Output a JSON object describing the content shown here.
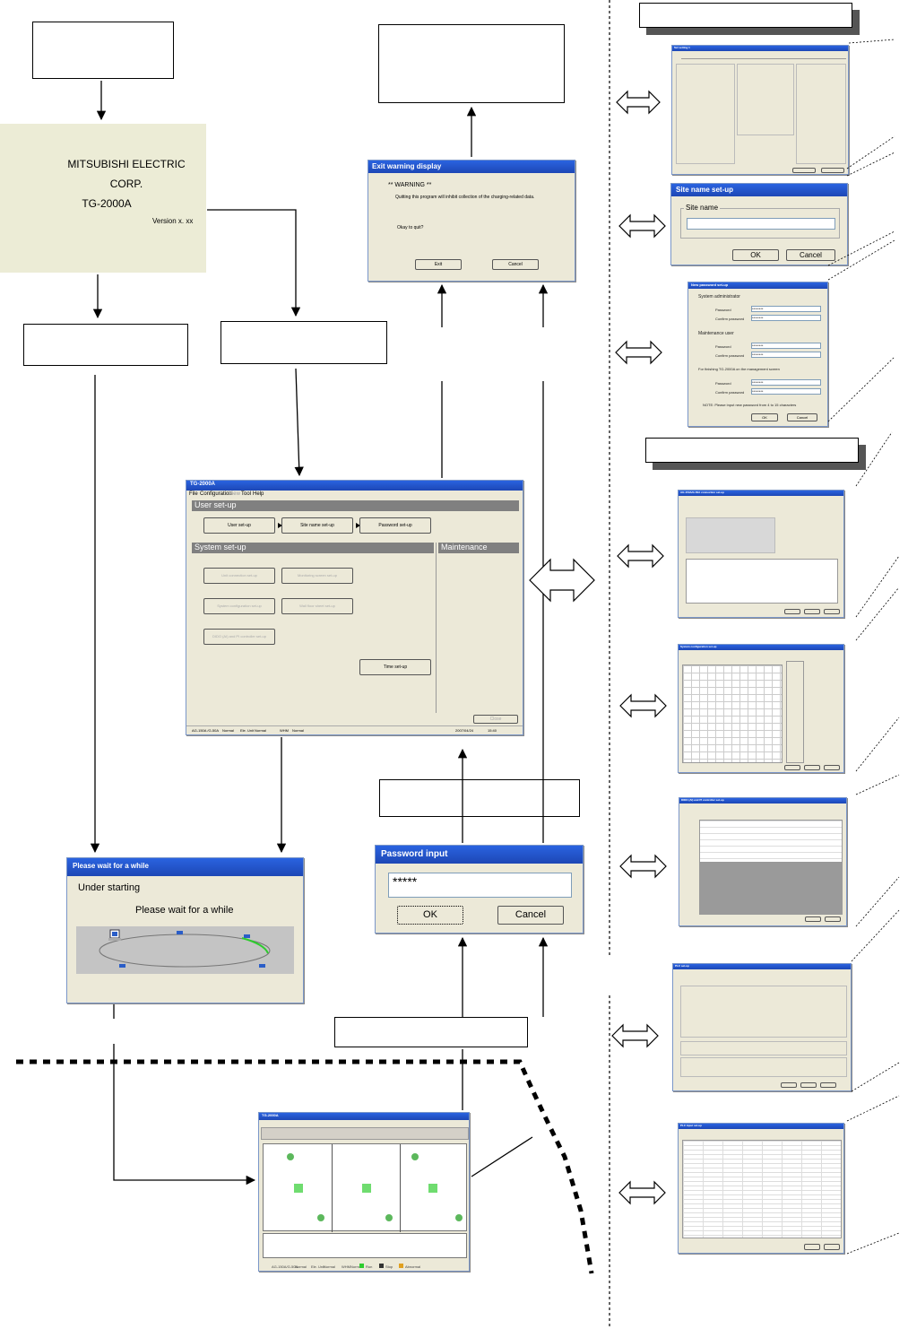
{
  "splash": {
    "lines": [
      "MITSUBISHI ELECTRIC",
      "CORP.",
      "TG-2000A"
    ],
    "version": "Version x. xx"
  },
  "exit_dialog": {
    "title": "Exit warning display",
    "warning": "** WARNING **",
    "message": "Quitting this program will inhibit collection of the charging-related data.",
    "question": "Okay to quit?",
    "exit_label": "Exit",
    "cancel_label": "Cancel"
  },
  "main_window": {
    "title": "TG-2000A",
    "menu": [
      "File",
      "Configuration",
      "View",
      "Tool",
      "Help"
    ],
    "user_setup_title": "User set-up",
    "user_buttons": [
      "User set-up",
      "Site name set-up",
      "Password set-up"
    ],
    "system_setup_title": "System set-up",
    "system_buttons": [
      "Unit connection set-up",
      "Monitoring screen set-up",
      "System configuration set-up",
      "Wall floor sheet set-up",
      "DIDO (AI) and PI controller set-up"
    ],
    "time_button": "Time set-up",
    "maintenance_title": "Maintenance",
    "maint_button": "Close",
    "status": [
      "AG-150A /G-50A",
      "Normal",
      "Ele. Unit",
      "Normal",
      "WHM",
      "Normal"
    ],
    "date": "2007/04/24",
    "time": "15:40"
  },
  "wait_dialog": {
    "title": "Please wait for a while",
    "line1": "Under starting",
    "line2": "Please wait for a while"
  },
  "password_dialog": {
    "title": "Password input",
    "value": "*****",
    "ok_label": "OK",
    "cancel_label": "Cancel"
  },
  "monitor_window": {
    "title": "TG-2000A",
    "status": [
      "AG-150A/G-50A",
      "Normal",
      "Ele. Unit",
      "Normal",
      "WHM",
      "Normal"
    ],
    "legend": [
      "Run",
      "Stop",
      "Abnormal"
    ]
  },
  "site_name_dialog": {
    "title": "Site name set-up",
    "label": "Site name",
    "ok_label": "OK",
    "cancel_label": "Cancel"
  },
  "password_setup_dialog": {
    "title": "New password set-up",
    "groups": [
      "System administrator",
      "Maintenance user",
      "For finishing TG-2000A on the management screen"
    ],
    "password_label": "Password",
    "confirm_label": "Confirm password",
    "masked": "********",
    "note": "NOTE: Please input new password from 4 to 15 characters",
    "ok_label": "OK",
    "cancel_label": "Cancel"
  },
  "thumbnails": {
    "t1_title": "Set setting 1",
    "t4_title": "AG-150A/G-50A connection set-up",
    "t5_title": "System configuration set-up",
    "t6_title": "DIDO (AI) and PI controller set-up",
    "t7_title": "PLC set-up",
    "t8_title": "PLC input set-up"
  }
}
